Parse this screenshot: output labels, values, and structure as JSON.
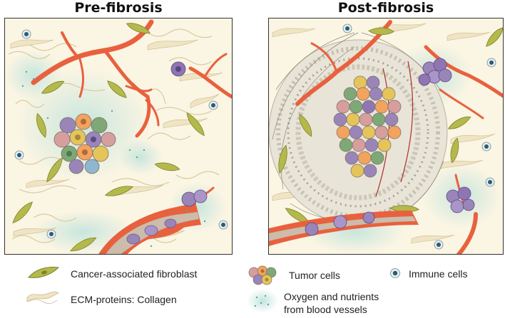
{
  "panels": {
    "pre": {
      "title": "Pre-fibrosis"
    },
    "post": {
      "title": "Post-fibrosis"
    }
  },
  "legend": {
    "fibroblast": "Cancer-associated fibroblast",
    "collagen": "ECM-proteins: Collagen",
    "tumor": "Tumor cells",
    "immune": "Immune cells",
    "oxygen_line1": "Oxygen and nutrients",
    "oxygen_line2": "from blood vessels"
  },
  "colors": {
    "background": "#fbf5e3",
    "vessel": "#e8613e",
    "fibroblast": "#b4b94a",
    "collagen": "#ece0bd",
    "immune": "#2a5c73",
    "oxygen_glow": "#bfe3dc",
    "tumor_palette": [
      "#9a85b8",
      "#f2a35e",
      "#e5c45a",
      "#7ea876",
      "#d79e9e",
      "#8fb6cf"
    ]
  },
  "icons": {
    "fibroblast": "spindle-cell-icon",
    "collagen": "wavy-fiber-icon",
    "tumor": "cell-cluster-icon",
    "immune": "dot-cell-icon",
    "oxygen": "glow-dots-icon"
  }
}
